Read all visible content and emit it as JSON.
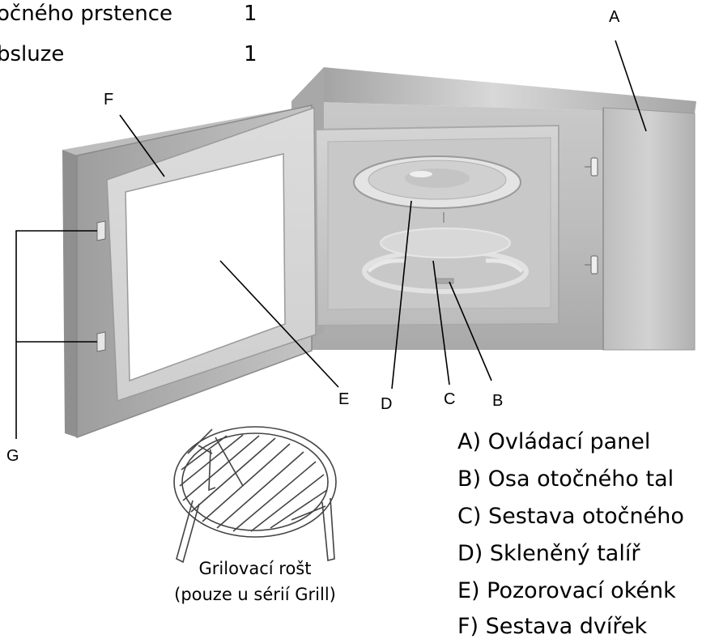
{
  "header_lines": [
    {
      "label": "očného prstence",
      "qty": "1"
    },
    {
      "label": "bsluze",
      "qty": "1"
    }
  ],
  "callouts": {
    "a": "A",
    "b": "B",
    "c": "C",
    "d": "D",
    "e": "E",
    "f": "F",
    "g": "G"
  },
  "legend": [
    "A) Ovládací panel",
    "B) Osa otočného tal",
    "C) Sestava otočného",
    "D) Skleněný talíř",
    "E) Pozorovací okénk",
    "F) Sestava dvířek"
  ],
  "rack_caption": {
    "line1": "Grilovací rošt",
    "line2": "(pouze u sérií Grill)"
  }
}
